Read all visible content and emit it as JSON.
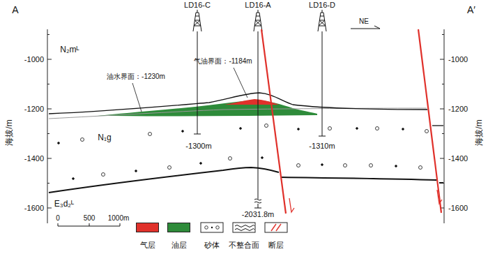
{
  "diagram": {
    "labels": [
      "A",
      "A′",
      "LD16-C",
      "LD16-A",
      "LD16-D",
      "NE",
      "-1000",
      "-1200",
      "-1400",
      "-1600",
      "-1000",
      "-1200",
      "-1400",
      "-1600",
      "海拔/m",
      "海拔/m",
      "N₂mᴸ",
      "油水界面：-1230m",
      "气油界面：-1184m",
      "N₁g",
      "-1300m",
      "-1310m",
      "E₃d₂ᴸ",
      "-2031.8m",
      "0",
      "500",
      "1000m"
    ],
    "legend": [
      {
        "text": "气层",
        "color": "#e0312b"
      },
      {
        "text": "油层",
        "color": "#2e8b3a"
      },
      {
        "text": "砂体"
      },
      {
        "text": "不整合面"
      },
      {
        "text": "断层"
      }
    ]
  }
}
